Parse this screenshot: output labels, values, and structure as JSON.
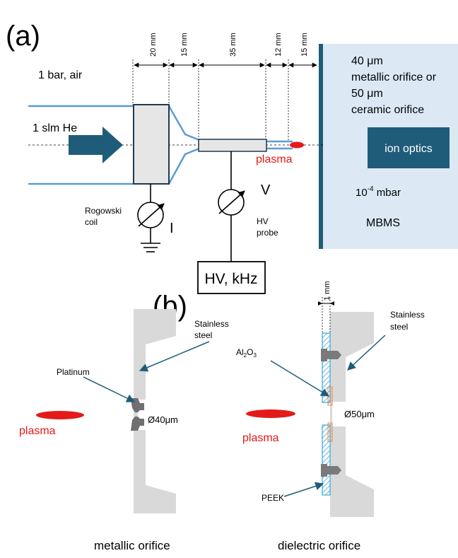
{
  "panel_a": {
    "label": "(a)",
    "dimensions": [
      "20 mm",
      "15 mm",
      "35 mm",
      "12 mm",
      "15 mm"
    ],
    "ambient": "1 bar, air",
    "gas_flow": "1 slm He",
    "plasma": "plasma",
    "orifice_line1": "40 μm",
    "orifice_line2": "metallic orifice or",
    "orifice_line3": "50 μm",
    "orifice_line4": "ceramic orifice",
    "ion_optics": "ion optics",
    "pressure_base": "10",
    "pressure_exp": "-4",
    "pressure_unit": " mbar",
    "mbms": "MBMS",
    "rogowski_line1": "Rogowski",
    "rogowski_line2": "coil",
    "current_symbol": "I",
    "voltage_symbol": "V",
    "hv_probe_line1": "HV",
    "hv_probe_line2": "probe",
    "hv_source": "HV, kHz"
  },
  "panel_b": {
    "label": "(b)",
    "left": {
      "steel_line1": "Stainless",
      "steel_line2": "steel",
      "platinum": "Platinum",
      "diameter": "Ø40μm",
      "plasma": "plasma",
      "caption": "metallic orifice"
    },
    "right": {
      "gap": "1 mm",
      "steel_line1": "Stainless",
      "steel_line2": "steel",
      "al_main": "Al",
      "al_sub1": "2",
      "al_o": "O",
      "al_sub2": "3",
      "diameter": "Ø50μm",
      "plasma": "plasma",
      "peek": "PEEK",
      "caption": "dielectric orifice"
    }
  },
  "colors": {
    "mbms_bg": "#dce9f5",
    "flange": "#1f5c7a",
    "ion_optics": "#1f5c7a",
    "arrow": "#1f5c7a",
    "tube_lines": "#5b9bd5",
    "plasma": "#e41a1a",
    "steel": "#d9d9d9",
    "platinum": "#707070",
    "screw": "#7a7a7a",
    "peek_hatch": "#3aa6d8",
    "al2o3": "#e07b3c",
    "callout": "#1f5c7a"
  }
}
